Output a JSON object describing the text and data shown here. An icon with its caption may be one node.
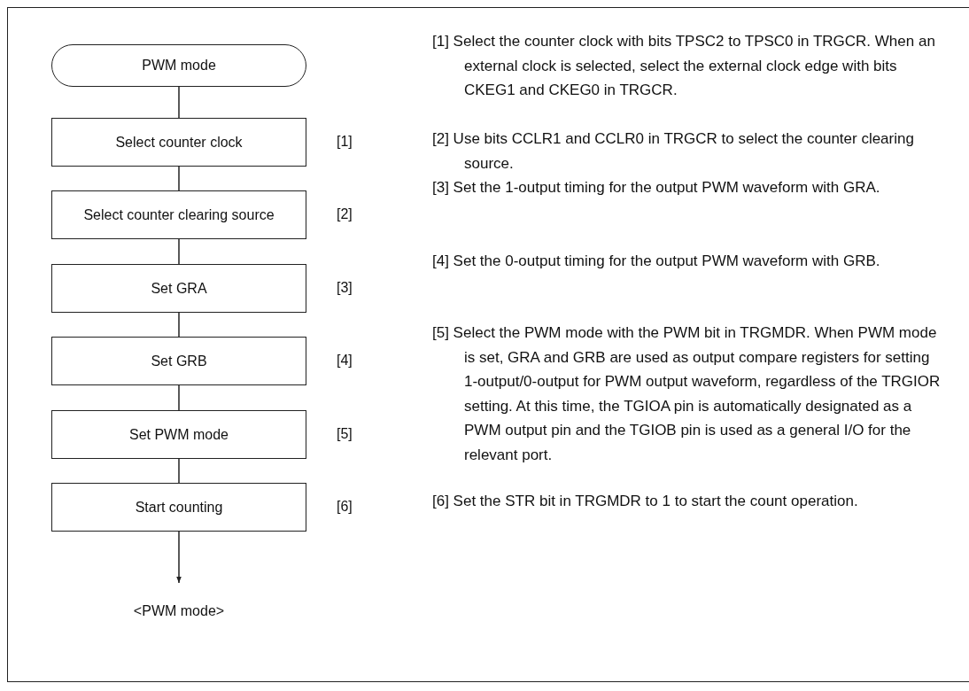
{
  "diagram": {
    "nodes": [
      {
        "text": [
          "PWM mode"
        ]
      },
      {
        "text": [
          "Select counter clock"
        ],
        "beside": [
          "[1]"
        ]
      },
      {
        "text": [
          "Select counter clearing source"
        ],
        "beside": [
          "[2]"
        ]
      },
      {
        "text": [
          "Set GRA"
        ],
        "beside": [
          "[3]"
        ]
      },
      {
        "text": [
          "Set GRB"
        ],
        "beside": [
          "[4]"
        ]
      },
      {
        "text": [
          "Set PWM mode"
        ],
        "beside": [
          "[5]"
        ]
      },
      {
        "text": [
          "Start counting"
        ],
        "beside": [
          "[6]"
        ]
      },
      {
        "text": [
          "<PWM mode>"
        ]
      }
    ],
    "edges": [
      {
        "from": 0,
        "to": 1,
        "arrow": "none"
      },
      {
        "from": 1,
        "to": 2,
        "arrow": "none"
      },
      {
        "from": 2,
        "to": 3,
        "arrow": "none"
      },
      {
        "from": 3,
        "to": 4,
        "arrow": "none"
      },
      {
        "from": 4,
        "to": 5,
        "arrow": "none"
      },
      {
        "from": 5,
        "to": 6,
        "arrow": "none"
      },
      {
        "from": 6,
        "to": 7,
        "arrow": "to"
      }
    ],
    "labels": [
      "[1] Select the counter clock with bits TPSC2 to TPSC0 in TRGCR. When an external clock is selected, select the external clock edge with bits CKEG1 and CKEG0 in TRGCR.",
      "[2] Use bits CCLR1 and CCLR0 in TRGCR to select the counter clearing source.",
      "[3] Set the 1-output timing for the output PWM waveform with GRA.",
      "[4] Set the 0-output timing for the output PWM waveform with GRB.",
      "[5] Select the PWM mode with the PWM bit in TRGMDR. When PWM mode is set, GRA and GRB are used as output compare registers for setting 1-output/0-output for PWM output waveform, regardless of the TRGIOR setting. At this time, the TGIOA pin is automatically designated as a PWM output pin and the TGIOB pin is used as a general I/O for the relevant port.",
      "[6] Set the STR bit in TRGMDR to 1 to start the count operation."
    ]
  }
}
